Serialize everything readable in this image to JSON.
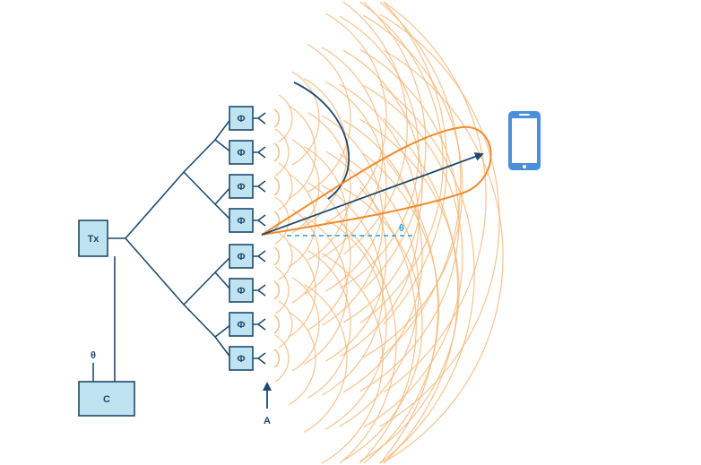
{
  "diagram": {
    "transmitter_label": "Tx",
    "controller_label": "C",
    "controller_signal_label": "θ",
    "phase_shifter_symbol": "Φ",
    "array_marker_label": "A",
    "beam_angle_label": "θ",
    "phase_shifter_count": 8
  },
  "colors": {
    "box_fill": "#bfe3f0",
    "box_stroke": "#1f4a6e",
    "line": "#1f4a6e",
    "wave": "#f6b97a",
    "beam": "#f08c2e",
    "arrow": "#1f4a6e",
    "angle_line": "#2a9fd6",
    "phone": "#4a8fd9"
  },
  "icons": {
    "receiver": "smartphone-icon",
    "antenna": "antenna-icon"
  }
}
